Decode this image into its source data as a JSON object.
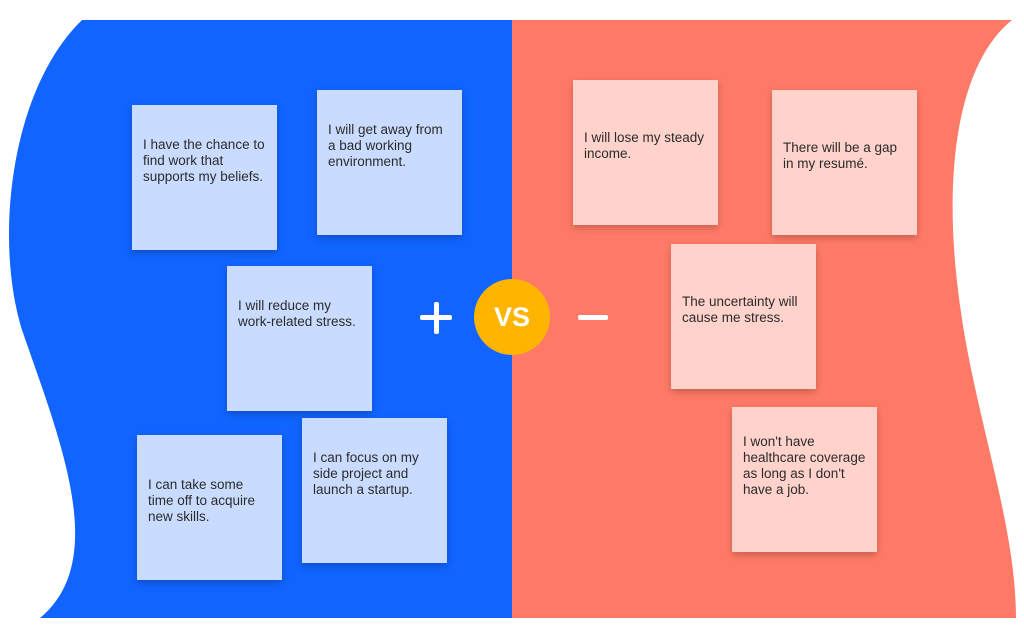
{
  "colors": {
    "pros_panel": "#1164ff",
    "cons_panel": "#ff7a66",
    "pro_note": "#c9dcff",
    "con_note": "#ffd2cb",
    "vs_badge": "#ffb400",
    "text": "#2b2b2b"
  },
  "center": {
    "plus_icon": "plus-icon",
    "minus_icon": "minus-icon",
    "vs_label": "VS"
  },
  "pros": [
    "I have the chance to find work that supports my beliefs.",
    "I will get away from a bad working environment.",
    "I will reduce my work-related stress.",
    "I can take some time off to acquire new skills.",
    "I can focus on my side project and launch a startup."
  ],
  "cons": [
    "I will lose my steady income.",
    "There will be a gap in my resumé.",
    "The uncertainty will cause me stress.",
    "I won't have healthcare coverage as long as I don't have a job."
  ]
}
